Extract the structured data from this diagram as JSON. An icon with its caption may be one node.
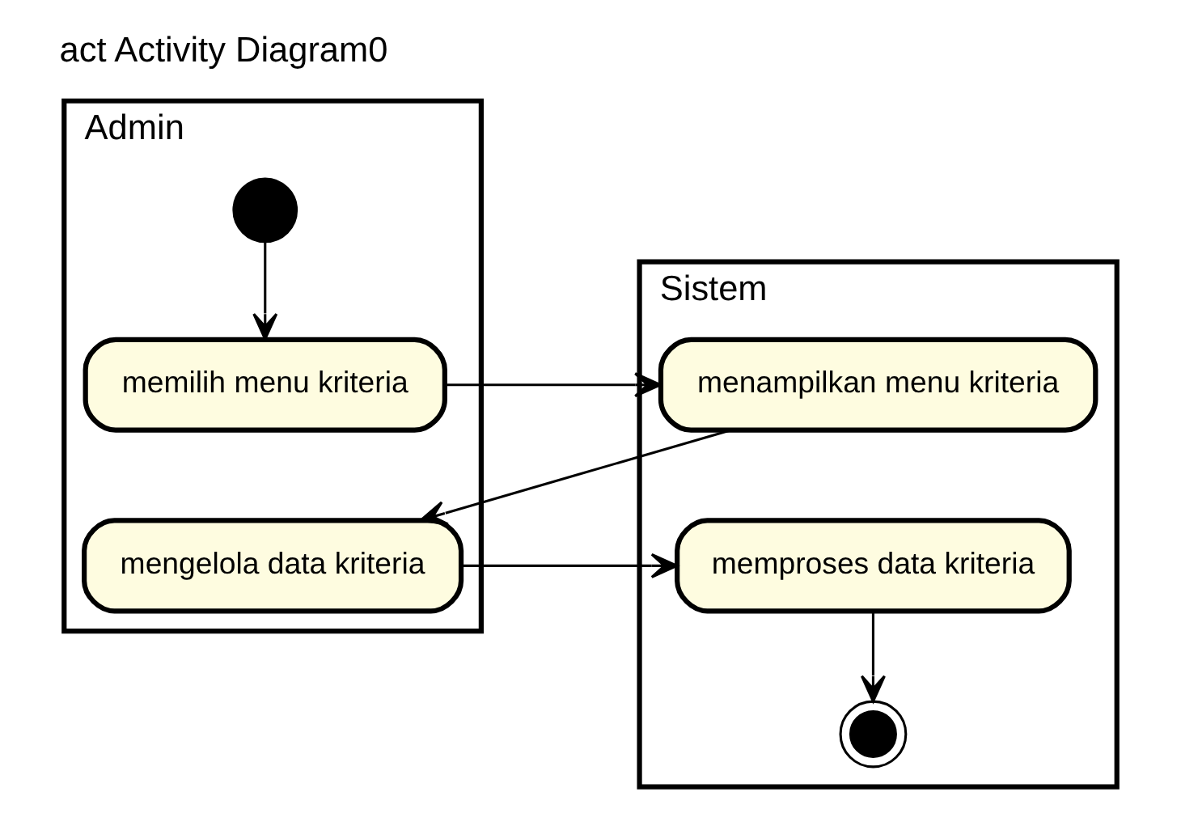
{
  "diagram": {
    "title": "act Activity Diagram0",
    "nodes": [
      {
        "text": [
          "Admin"
        ]
      },
      {
        "text": [
          "Sistem"
        ]
      },
      {
        "text": [],
        "shape": "circle",
        "in": 0
      },
      {
        "text": [
          "memilih menu kriteria"
        ],
        "in": 0
      },
      {
        "text": [
          "menampilkan menu kriteria"
        ],
        "in": 1
      },
      {
        "text": [
          "mengelola data kriteria"
        ],
        "in": 0
      },
      {
        "text": [
          "memproses data kriteria"
        ],
        "in": 1
      },
      {
        "text": [],
        "shape": "circle",
        "in": 1
      }
    ],
    "edges": [
      {
        "from": 2,
        "to": 3,
        "arrow": "to"
      },
      {
        "from": 3,
        "to": 4,
        "arrow": "to"
      },
      {
        "from": 4,
        "to": 5,
        "arrow": "to"
      },
      {
        "from": 5,
        "to": 6,
        "arrow": "to"
      },
      {
        "from": 6,
        "to": 7,
        "arrow": "to"
      }
    ]
  }
}
